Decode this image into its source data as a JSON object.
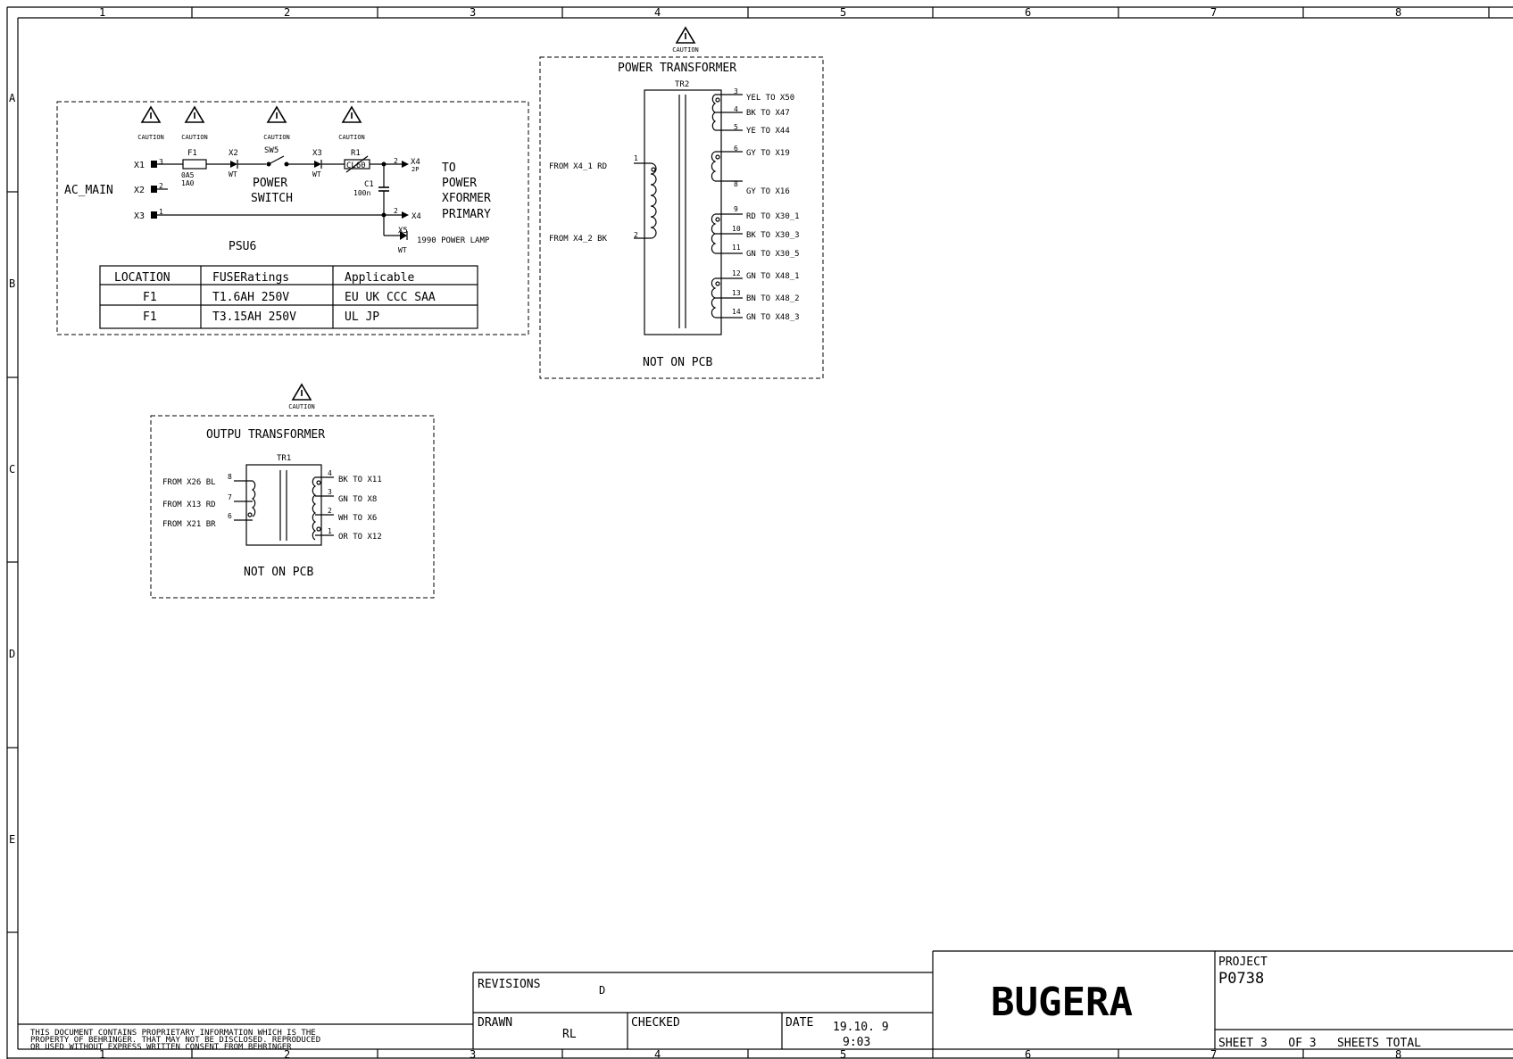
{
  "frame": {
    "col_labels": [
      "1",
      "2",
      "3",
      "4",
      "5",
      "6",
      "7",
      "8"
    ],
    "row_labels": [
      "A",
      "B",
      "C",
      "D",
      "E"
    ]
  },
  "caution_label": "CAUTION",
  "psu": {
    "ac_main": "AC_MAIN",
    "x1": "X1",
    "x2": "X2",
    "x3": "X3",
    "pin3": "3",
    "pin2": "2",
    "pin1": "1",
    "f1": "F1",
    "f1_val1": "0A5",
    "f1_val2": "1A0",
    "x2b": "X2",
    "x2b_sub": "WT",
    "sw5": "SW5",
    "power": "POWER",
    "switch": "SWITCH",
    "x3b": "X3",
    "x3b_sub": "WT",
    "r1": "R1",
    "r1_val": "CL60",
    "c1": "C1",
    "c1_val": "100n",
    "x4": "X4",
    "x4_sub": "2P",
    "x4_pin": "2",
    "x4b": "X4",
    "x4b_pin": "2",
    "x5": "X5",
    "x5_sub": "WT",
    "lamp": "1990 POWER LAMP",
    "to": "TO",
    "to_power": "POWER",
    "xformer": "XFORMER",
    "primary": "PRIMARY",
    "name": "PSU6"
  },
  "fuse_table": {
    "headers": [
      "LOCATION",
      "FUSERatings",
      "Applicable"
    ],
    "rows": [
      [
        "F1",
        "T1.6AH 250V",
        "EU UK CCC SAA"
      ],
      [
        "F1",
        "T3.15AH 250V",
        "UL JP"
      ]
    ]
  },
  "power_transformer": {
    "title": "POWER TRANSFORMER",
    "ref": "TR2",
    "prim1": "FROM X4_1 RD",
    "prim1_pin": "1",
    "prim2": "FROM X4_2 BK",
    "prim2_pin": "2",
    "secondary": [
      {
        "pin": "3",
        "label": "YEL TO X50"
      },
      {
        "pin": "4",
        "label": "BK  TO X47"
      },
      {
        "pin": "5",
        "label": "YE  TO X44"
      },
      {
        "pin": "6",
        "label": "GY  TO X19"
      },
      {
        "pin": "8",
        "label": "GY  TO X16"
      },
      {
        "pin": "9",
        "label": "RD  TO X30_1"
      },
      {
        "pin": "10",
        "label": "BK  TO X30_3"
      },
      {
        "pin": "11",
        "label": "GN  TO X30_5"
      },
      {
        "pin": "12",
        "label": "GN  TO X48_1"
      },
      {
        "pin": "13",
        "label": "BN  TO X48_2"
      },
      {
        "pin": "14",
        "label": "GN  TO X48_3"
      }
    ],
    "note": "NOT ON PCB"
  },
  "output_transformer": {
    "title": "OUTPU TRANSFORMER",
    "ref": "TR1",
    "primary": [
      {
        "pin": "8",
        "label": "FROM X26 BL"
      },
      {
        "pin": "7",
        "label": "FROM X13 RD"
      },
      {
        "pin": "6",
        "label": "FROM X21 BR"
      }
    ],
    "secondary": [
      {
        "pin": "4",
        "label": "BK TO X11"
      },
      {
        "pin": "3",
        "label": "GN TO X8"
      },
      {
        "pin": "2",
        "label": "WH TO X6"
      },
      {
        "pin": "1",
        "label": "OR TO X12"
      }
    ],
    "note": "NOT ON PCB"
  },
  "title_block": {
    "disclaimer": [
      "THIS DOCUMENT CONTAINS PROPRIETARY  INFORMATION WHICH IS THE",
      "PROPERTY OF BEHRINGER. THAT MAY NOT  BE DISCLOSED. REPRODUCED",
      "OR USED WITHOUT EXPRESS WRITTEN  CONSENT FROM BEHRINGER"
    ],
    "revisions_label": "REVISIONS",
    "revisions_value": "D",
    "drawn_label": "DRAWN",
    "drawn_value": "RL",
    "checked_label": "CHECKED",
    "date_label": "DATE",
    "date_value": "19.10. 9",
    "time_value": "9:03",
    "brand": "BUGERA",
    "project_label": "PROJECT",
    "project_value": "P0738",
    "sheet_line": "SHEET 3   OF 3   SHEETS TOTAL"
  }
}
